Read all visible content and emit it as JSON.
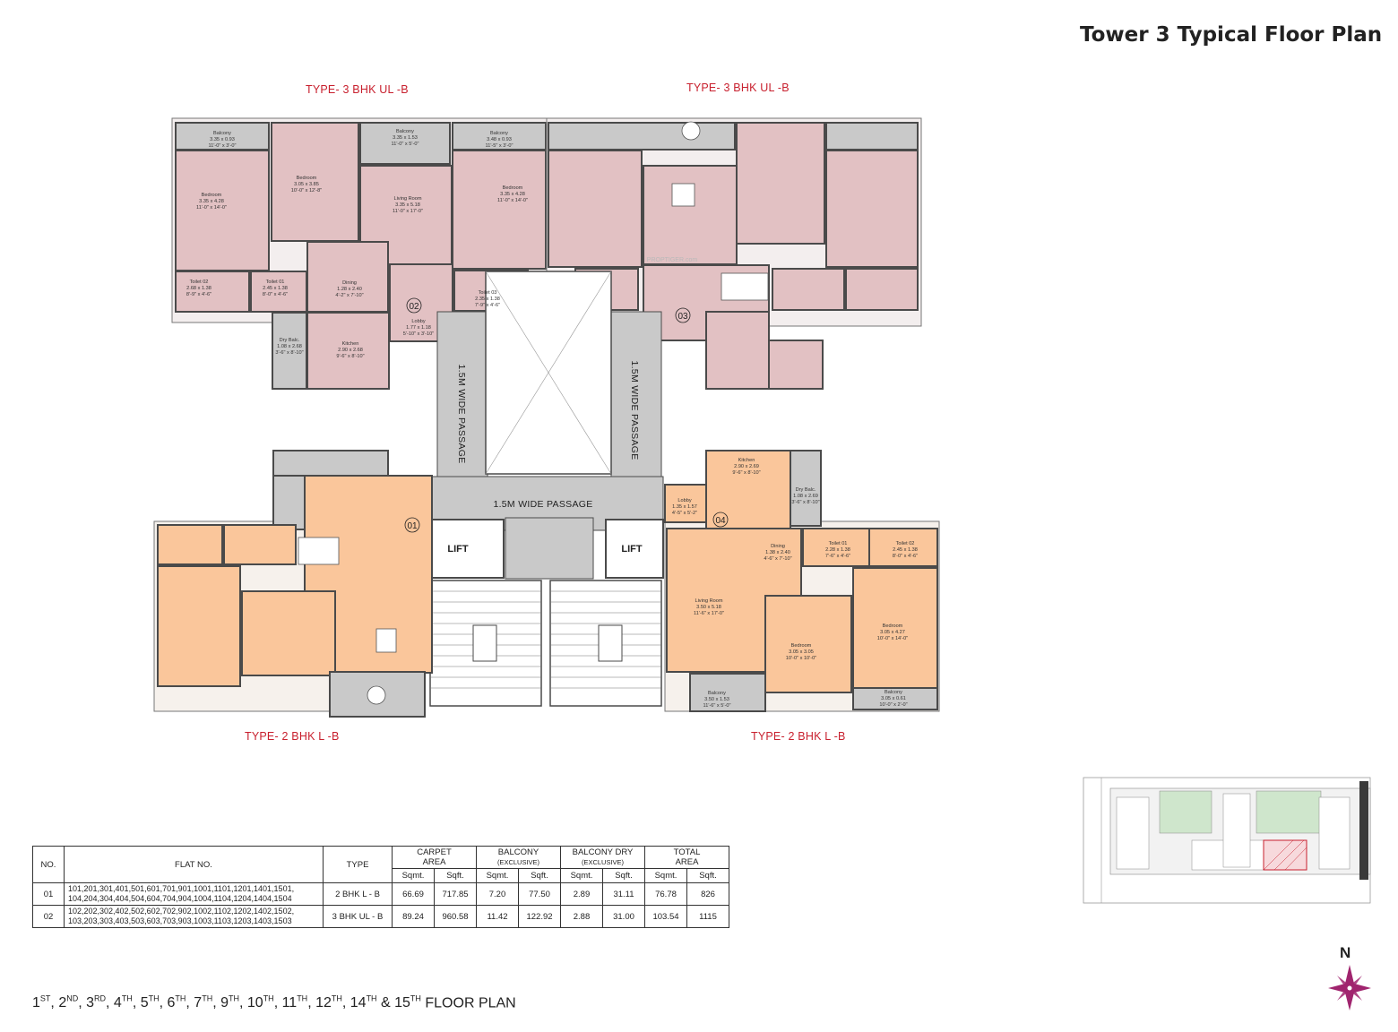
{
  "title": "Tower 3 Typical Floor Plan",
  "unit_types": {
    "top_left": "TYPE- 3 BHK UL -B",
    "top_right": "TYPE- 3 BHK UL -B",
    "bottom_left": "TYPE- 2 BHK L -B",
    "bottom_right": "TYPE- 2 BHK L -B"
  },
  "unit_numbers": {
    "u01": "01",
    "u02": "02",
    "u03": "03",
    "u04": "04"
  },
  "common": {
    "passage_left": "1.5M WIDE PASSAGE",
    "passage_right": "1.5M WIDE PASSAGE",
    "passage_center": "1.5M WIDE PASSAGE",
    "lift_left": "LIFT",
    "lift_right": "LIFT",
    "watermark": "PROPTIGER.com"
  },
  "rooms_02": {
    "balcony_a": [
      "Balcony",
      "3.35 x 0.93",
      "11'-0\" x 3'-0\""
    ],
    "balcony_b": [
      "Balcony",
      "3.35 x 1.53",
      "11'-0\" x 5'-0\""
    ],
    "balcony_c": [
      "Balcony",
      "3.48 x 0.93",
      "11'-5\" x 3'-0\""
    ],
    "bedroom_a": [
      "Bedroom",
      "3.35 x 4.28",
      "11'-0\" x 14'-0\""
    ],
    "bedroom_b": [
      "Bedroom",
      "3.05 x 3.85",
      "10'-0\" x 12'-8\""
    ],
    "living": [
      "Living Room",
      "3.35 x 5.18",
      "11'-0\" x 17'-0\""
    ],
    "bedroom_c": [
      "Bedroom",
      "3.35 x 4.28",
      "11'-0\" x 14'-0\""
    ],
    "toilet02": [
      "Toilet 02",
      "2.68 x 1.38",
      "8'-9\" x 4'-6\""
    ],
    "toilet01": [
      "Toilet 01",
      "2.45 x 1.38",
      "8'-0\" x 4'-6\""
    ],
    "dining": [
      "Dining",
      "1.28 x 2.40",
      "4'-2\" x 7'-10\""
    ],
    "toilet03": [
      "Toilet 03",
      "2.35 x 1.38",
      "7'-9\" x 4'-6\""
    ],
    "lobby": [
      "Lobby",
      "1.77 x 1.18",
      "5'-10\" x 3'-10\""
    ],
    "drybalc": [
      "Dry Balc.",
      "1.08 x 2.68",
      "3'-6\" x 8'-10\""
    ],
    "kitchen": [
      "Kitchen",
      "2.90 x 2.68",
      "9'-6\" x 8'-10\""
    ]
  },
  "rooms_04": {
    "lobby": [
      "Lobby",
      "1.35 x 1.57",
      "4'-5\" x 5'-2\""
    ],
    "kitchen": [
      "Kitchen",
      "2.90 x 2.69",
      "9'-6\" x 8'-10\""
    ],
    "drybalc": [
      "Dry Balc.",
      "1.08 x 2.69",
      "3'-6\" x 8'-10\""
    ],
    "dining": [
      "Dining",
      "1.38 x 2.40",
      "4'-6\" x 7'-10\""
    ],
    "toilet01": [
      "Toilet 01",
      "2.28 x 1.38",
      "7'-6\" x 4'-6\""
    ],
    "toilet02": [
      "Toilet 02",
      "2.45 x 1.38",
      "8'-0\" x 4'-6\""
    ],
    "living": [
      "Living Room",
      "3.50 x 5.18",
      "11'-6\" x 17'-0\""
    ],
    "bedroom_a": [
      "Bedroom",
      "3.05 x 3.05",
      "10'-0\" x 10'-0\""
    ],
    "bedroom_b": [
      "Bedroom",
      "3.05 x 4.27",
      "10'-0\" x 14'-0\""
    ],
    "balcony_a": [
      "Balcony",
      "3.50 x 1.53",
      "11'-6\" x 5'-0\""
    ],
    "balcony_b": [
      "Balcony",
      "3.05 x 0.61",
      "10'-0\" x 2'-0\""
    ]
  },
  "table": {
    "headers": {
      "no": "NO.",
      "flat": "FLAT NO.",
      "type": "TYPE",
      "carpet": [
        "CARPET",
        "AREA"
      ],
      "balcony": "BALCONY",
      "balcony_sub": "(EXCLUSIVE)",
      "balcony_dry": "BALCONY DRY",
      "balcony_dry_sub": "(EXCLUSIVE)",
      "total": [
        "TOTAL",
        "AREA"
      ],
      "sqmt": "Sqmt.",
      "sqft": "Sqft."
    },
    "rows": [
      {
        "no": "01",
        "flats": [
          "101,201,301,401,501,601,701,901,1001,1101,1201,1401,1501,",
          "104,204,304,404,504,604,704,904,1004,1104,1204,1404,1504"
        ],
        "type": "2 BHK L - B",
        "carpet_sqmt": "66.69",
        "carpet_sqft": "717.85",
        "balc_sqmt": "7.20",
        "balc_sqft": "77.50",
        "dry_sqmt": "2.89",
        "dry_sqft": "31.11",
        "total_sqmt": "76.78",
        "total_sqft": "826"
      },
      {
        "no": "02",
        "flats": [
          "102,202,302,402,502,602,702,902,1002,1102,1202,1402,1502,",
          "103,203,303,403,503,603,703,903,1003,1103,1203,1403,1503"
        ],
        "type": "3 BHK UL - B",
        "carpet_sqmt": "89.24",
        "carpet_sqft": "960.58",
        "balc_sqmt": "11.42",
        "balc_sqft": "122.92",
        "dry_sqmt": "2.88",
        "dry_sqft": "31.00",
        "total_sqmt": "103.54",
        "total_sqft": "1115"
      }
    ]
  },
  "floors": [
    {
      "n": "1",
      "s": "ST"
    },
    {
      "n": "2",
      "s": "ND"
    },
    {
      "n": "3",
      "s": "RD"
    },
    {
      "n": "4",
      "s": "TH"
    },
    {
      "n": "5",
      "s": "TH"
    },
    {
      "n": "6",
      "s": "TH"
    },
    {
      "n": "7",
      "s": "TH"
    },
    {
      "n": "9",
      "s": "TH"
    },
    {
      "n": "10",
      "s": "TH"
    },
    {
      "n": "11",
      "s": "TH"
    },
    {
      "n": "12",
      "s": "TH"
    },
    {
      "n": "14",
      "s": "TH"
    },
    {
      "n": "15",
      "s": "TH"
    }
  ],
  "floor_plan_suffix": "FLOOR PLAN",
  "north": "N",
  "colors": {
    "pink": "#e2c1c3",
    "orange": "#fac69b",
    "grey": "#c9c9c9",
    "wall": "#4a4a4a",
    "red": "#c8202e",
    "compass": "#a0246e"
  }
}
